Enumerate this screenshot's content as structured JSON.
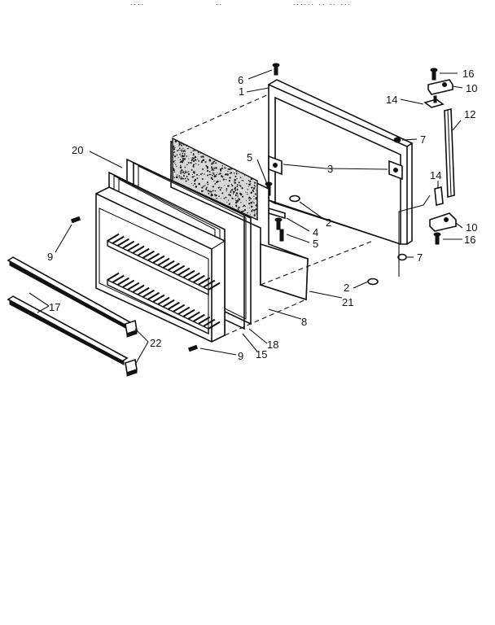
{
  "header": {
    "fragments": [
      "....",
      "..",
      "...... .. .. ..."
    ]
  },
  "callouts": [
    {
      "key": "c6",
      "text": "6"
    },
    {
      "key": "c1",
      "text": "1"
    },
    {
      "key": "c3",
      "text": "3"
    },
    {
      "key": "c5a",
      "text": "5"
    },
    {
      "key": "c20",
      "text": "20"
    },
    {
      "key": "c7a",
      "text": "7"
    },
    {
      "key": "c16a",
      "text": "16"
    },
    {
      "key": "c10a",
      "text": "10"
    },
    {
      "key": "c14a",
      "text": "14"
    },
    {
      "key": "c12",
      "text": "12"
    },
    {
      "key": "c14b",
      "text": "14"
    },
    {
      "key": "c10b",
      "text": "10"
    },
    {
      "key": "c16b",
      "text": "16"
    },
    {
      "key": "c7b",
      "text": "7"
    },
    {
      "key": "c2a",
      "text": "2"
    },
    {
      "key": "c4",
      "text": "4"
    },
    {
      "key": "c5b",
      "text": "5"
    },
    {
      "key": "c9a",
      "text": "9"
    },
    {
      "key": "c2b",
      "text": "2"
    },
    {
      "key": "c21",
      "text": "21"
    },
    {
      "key": "c8",
      "text": "8"
    },
    {
      "key": "c17",
      "text": "17"
    },
    {
      "key": "c22",
      "text": "22"
    },
    {
      "key": "c18",
      "text": "18"
    },
    {
      "key": "c15",
      "text": "15"
    },
    {
      "key": "c9b",
      "text": "9"
    }
  ]
}
